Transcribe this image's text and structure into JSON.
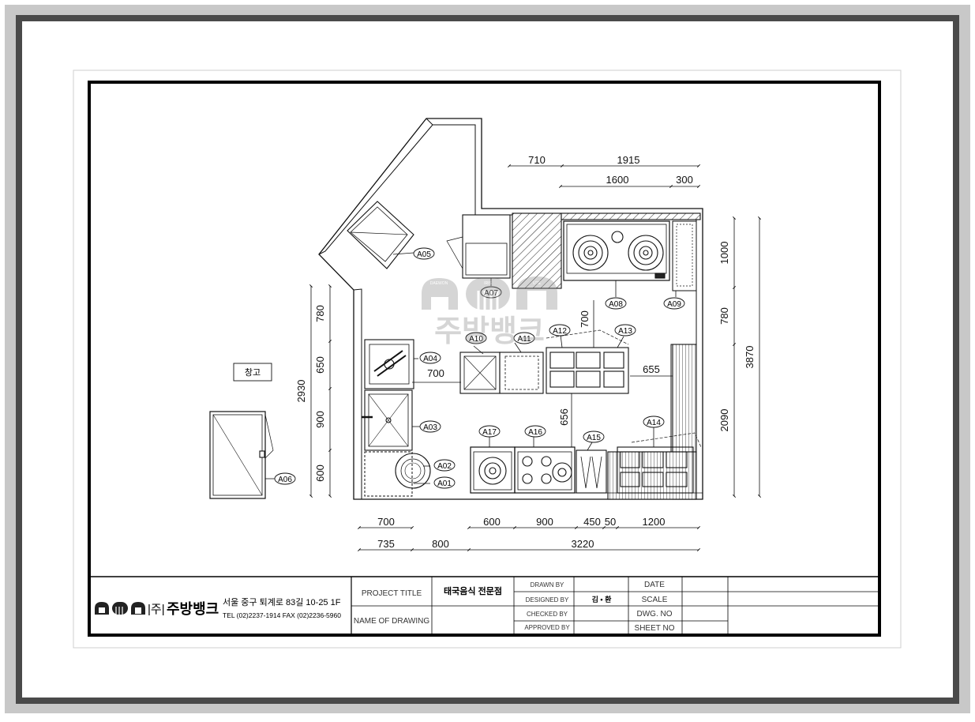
{
  "plan": {
    "room_label": "창고",
    "watermark": {
      "brand": "주방뱅크",
      "icon_labels": [
        "DAEWON",
        "IRIS",
        "UTE"
      ]
    },
    "equipment_tags": [
      "A01",
      "A02",
      "A03",
      "A04",
      "A05",
      "A06",
      "A07",
      "A08",
      "A09",
      "A10",
      "A11",
      "A12",
      "A13",
      "A14",
      "A15",
      "A16",
      "A17"
    ],
    "dimensions": {
      "top": [
        "710",
        "1915",
        "1600",
        "300"
      ],
      "bottom_row1": [
        "700",
        "600",
        "900",
        "450",
        "50",
        "1200"
      ],
      "bottom_row2": [
        "735",
        "800",
        "3220"
      ],
      "left": [
        "780",
        "650",
        "900",
        "600",
        "2930"
      ],
      "right": [
        "1000",
        "780",
        "2090",
        "3870"
      ],
      "inner": [
        "700",
        "700",
        "655",
        "656"
      ]
    }
  },
  "title_block": {
    "company": {
      "name_prefix": "|주|",
      "name": "주방뱅크",
      "address": "서울 중구 퇴계로 83길 10-25 1F",
      "contact": "TEL (02)2237-1914 FAX (02)2236-5960"
    },
    "project_title_label": "PROJECT TITLE",
    "project_title_value": "태국음식 전문점",
    "name_of_drawing_label": "NAME OF DRAWING",
    "drawn_by_label": "DRAWN BY",
    "designed_by_label": "DESIGNED BY",
    "designed_by_value": "김 • 환",
    "checked_by_label": "CHECKED BY",
    "approved_by_label": "APPROVED BY",
    "date_label": "DATE",
    "scale_label": "SCALE",
    "dwg_no_label": "DWG. NO",
    "sheet_no_label": "SHEET NO"
  }
}
